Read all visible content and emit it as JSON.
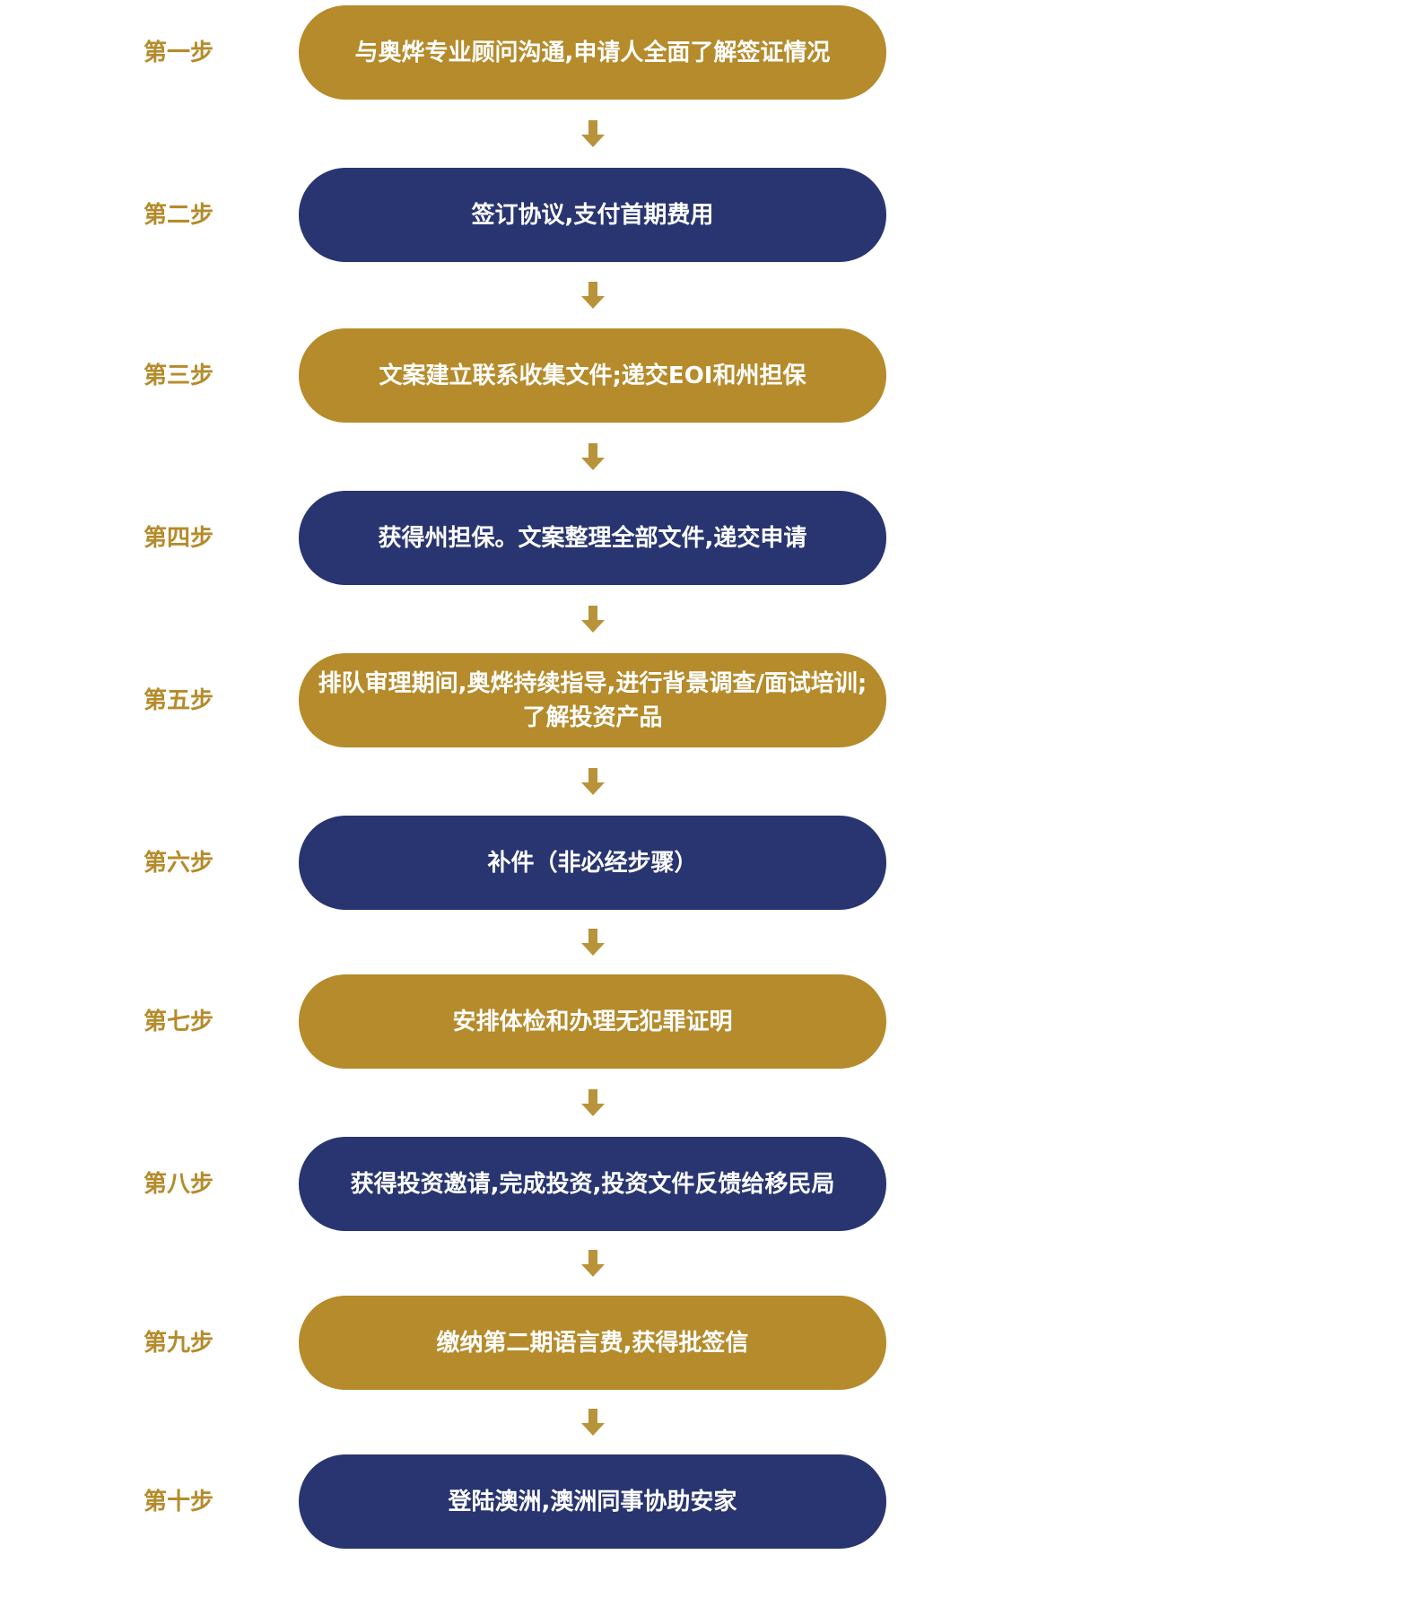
{
  "colors": {
    "gold": "#b58b2b",
    "navy": "#283570"
  },
  "steps": [
    {
      "label": "第一步",
      "text": "与奥烨专业顾问沟通,申请人全面了解签证情况",
      "color": "gold"
    },
    {
      "label": "第二步",
      "text": "签订协议,支付首期费用",
      "color": "navy"
    },
    {
      "label": "第三步",
      "text": "文案建立联系收集文件;递交EOI和州担保",
      "color": "gold"
    },
    {
      "label": "第四步",
      "text": "获得州担保。文案整理全部文件,递交申请",
      "color": "navy"
    },
    {
      "label": "第五步",
      "text": "排队审理期间,奥烨持续指导,进行背景调查/面试培训;了解投资产品",
      "color": "gold"
    },
    {
      "label": "第六步",
      "text": "补件（非必经步骤）",
      "color": "navy"
    },
    {
      "label": "第七步",
      "text": "安排体检和办理无犯罪证明",
      "color": "gold"
    },
    {
      "label": "第八步",
      "text": "获得投资邀请,完成投资,投资文件反馈给移民局",
      "color": "navy"
    },
    {
      "label": "第九步",
      "text": "缴纳第二期语言费,获得批签信",
      "color": "gold"
    },
    {
      "label": "第十步",
      "text": "登陆澳洲,澳洲同事协助安家",
      "color": "navy"
    }
  ]
}
